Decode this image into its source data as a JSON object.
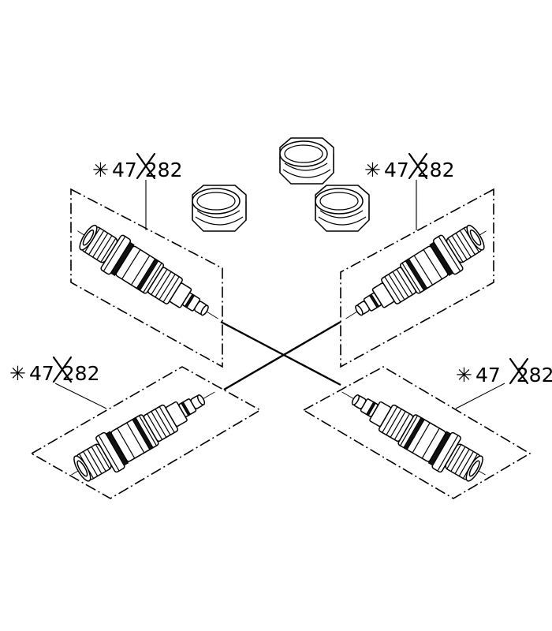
{
  "callouts": [
    {
      "star": "✳",
      "prefix": "47",
      "number": "282"
    },
    {
      "star": "✳",
      "prefix": "47",
      "number": "282"
    },
    {
      "star": "✳",
      "prefix": "47",
      "number": "282"
    },
    {
      "star": "✳",
      "prefix": "47",
      "number": "282"
    }
  ],
  "icons": {
    "cartridge": "thermostatic-cartridge-icon",
    "ring": "adapter-ring-icon",
    "cross_mark": "x-strike-mark"
  }
}
